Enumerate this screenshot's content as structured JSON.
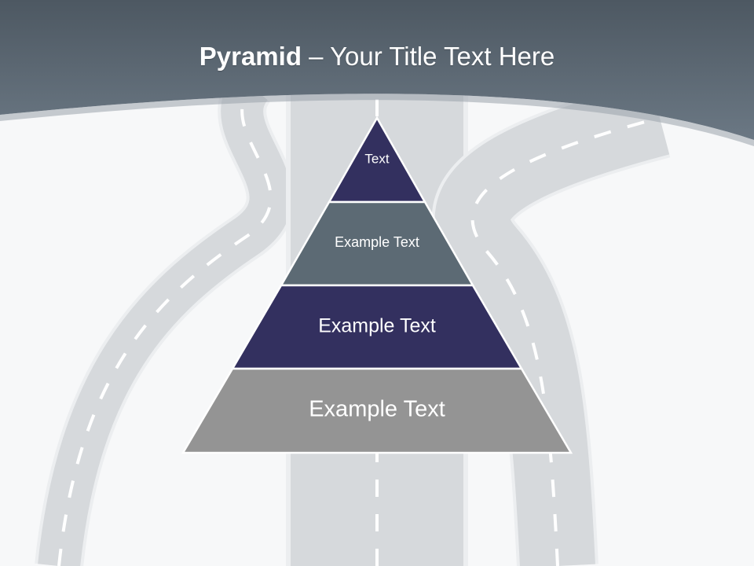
{
  "title": {
    "bold": "Pyramid",
    "rest": " – Your Title Text Here"
  },
  "pyramid": {
    "levels": [
      {
        "label": "Text",
        "color": "#33305f"
      },
      {
        "label": "Example Text",
        "color": "#5c6a74"
      },
      {
        "label": "Example Text",
        "color": "#33305f"
      },
      {
        "label": "Example Text",
        "color": "#949494"
      }
    ]
  },
  "colors": {
    "header": "#5d6b77",
    "background": "#f7f8f9",
    "road": "#d9dbde",
    "road_line": "#ffffff"
  }
}
